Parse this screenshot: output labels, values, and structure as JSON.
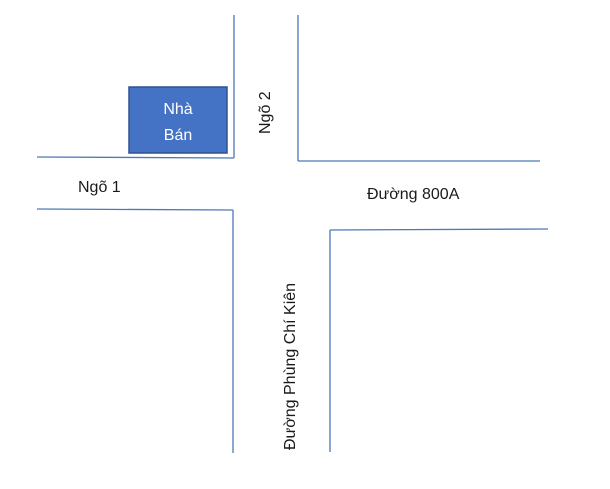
{
  "map": {
    "colors": {
      "road_line": "#4a7ab8",
      "house_fill": "#4472c4",
      "house_border": "#2f528f",
      "house_text": "#ffffff",
      "label_text": "#1a1a1a",
      "background": "#ffffff"
    },
    "labels": {
      "ngo_1": "Ngõ 1",
      "ngo_2": "Ngõ 2",
      "duong_800a": "Đường 800A",
      "duong_phung_chi_kien": "Đường Phùng Chí Kiên"
    },
    "house_for_sale": {
      "line_1": "Nhà",
      "line_2": "Bán"
    }
  }
}
